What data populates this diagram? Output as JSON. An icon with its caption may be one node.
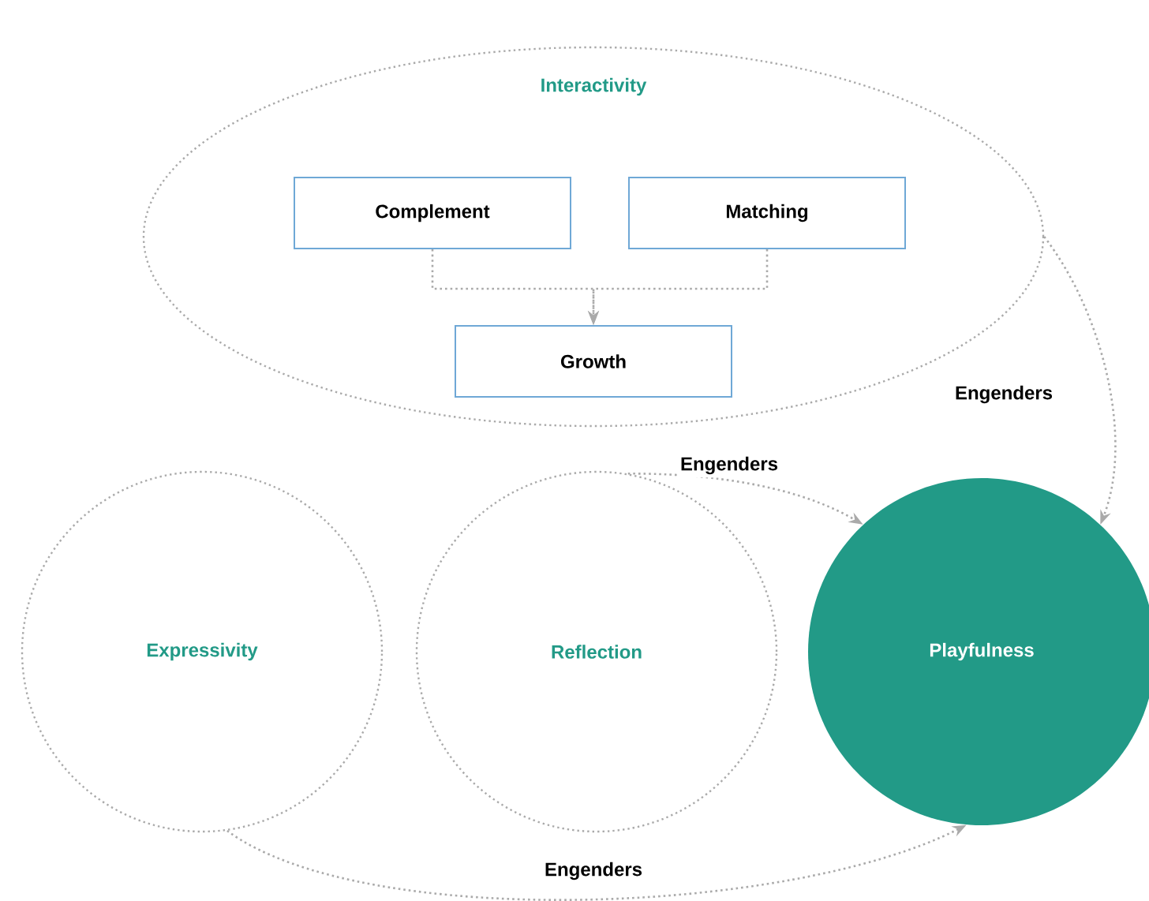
{
  "diagram": {
    "nodes": [
      {
        "text": [
          "Interactivity"
        ]
      },
      {
        "text": [
          "Complement"
        ],
        "in": 0
      },
      {
        "text": [
          "Matching"
        ],
        "in": 0
      },
      {
        "text": [
          "Growth"
        ],
        "in": 0
      },
      {
        "text": [
          "Expressivity"
        ]
      },
      {
        "text": [
          "Reflection"
        ]
      },
      {
        "text": [
          "Playfulness"
        ]
      }
    ],
    "edges": [
      {
        "from": 1,
        "to": 3,
        "arrow": "to",
        "style": "dashed"
      },
      {
        "from": 2,
        "to": 3,
        "arrow": "to",
        "style": "dashed"
      },
      {
        "from": 0,
        "to": 6,
        "arrow": "to",
        "label": "Engenders",
        "style": "dashed"
      },
      {
        "from": 5,
        "to": 6,
        "arrow": "to",
        "label": "Engenders",
        "style": "dashed"
      },
      {
        "from": 4,
        "to": 6,
        "arrow": "to",
        "label": "Engenders",
        "style": "dashed"
      }
    ]
  }
}
